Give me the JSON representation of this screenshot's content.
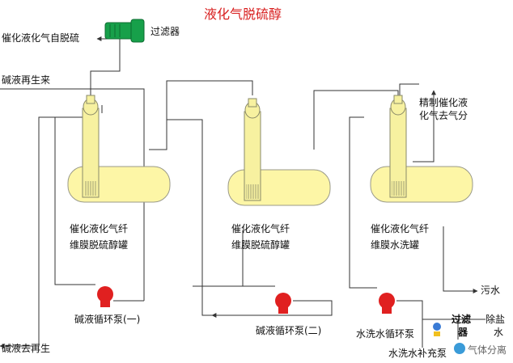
{
  "title": "液化气脱硫醇",
  "labels": {
    "feed_in": "催化液化气自脱硫",
    "filter_top": "过滤器",
    "caustic_regen_in": "碱液再生来",
    "caustic_to_regen": "碱液去再生",
    "tank1_line1": "催化液化气纤",
    "tank1_line2": "维膜脱硫醇罐",
    "tank2_line1": "催化液化气纤",
    "tank2_line2": "维膜脱硫醇罐",
    "tank3_line1": "催化液化气纤",
    "tank3_line2": "维膜水洗罐",
    "product_line1": "精制催化液",
    "product_line2": "化气去气分",
    "pump1": "碱液循环泵(一)",
    "pump2": "碱液循环泵(二)",
    "pump3": "水洗水循环泵",
    "makeup_pump": "水洗水补充泵",
    "sewage": "污水",
    "filter_bottom_1": "过滤",
    "filter_bottom_2": "器",
    "desalted_1": "除盐",
    "desalted_2": "水",
    "watermark": "气体分离"
  },
  "colors": {
    "tank_fill": "#fdf6a6",
    "tank_stroke": "#9a9a8a",
    "column_fill": "#f7f1a0",
    "pipe": "#333333",
    "pump": "#e02020",
    "filter_green": "#17a04a",
    "title": "#d81e1e"
  }
}
